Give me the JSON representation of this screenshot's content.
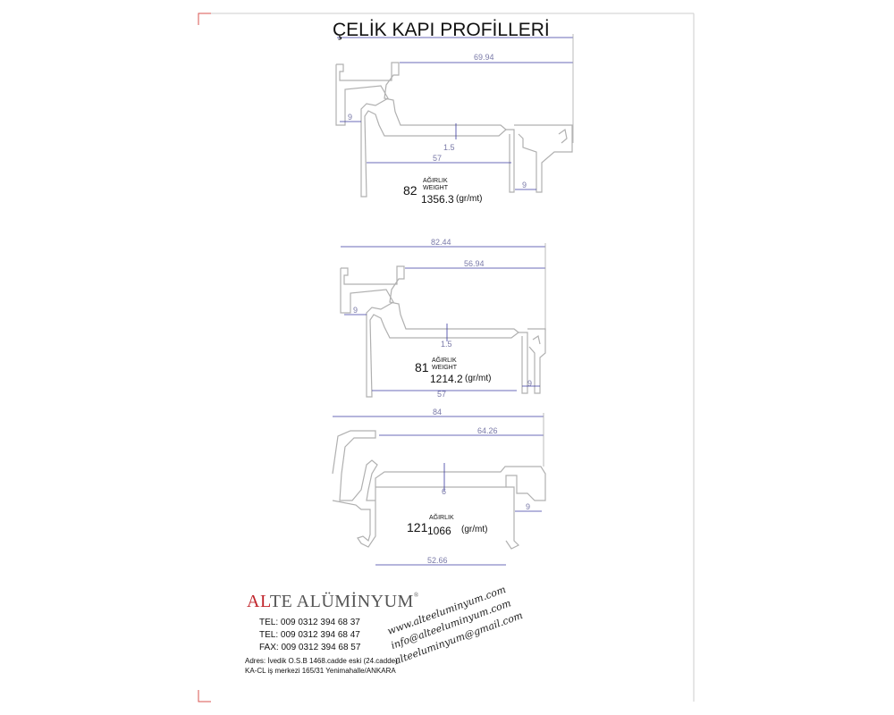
{
  "title": "ÇELİK KAPI PROFİLLERİ",
  "profiles": [
    {
      "code": "82",
      "weight_label": "AĞIRLIK",
      "weight_label_en": "WEIGHT",
      "weight": "1356.3",
      "unit": "(gr/mt)",
      "dims": {
        "inner_width": "69.94",
        "left_offset": "9",
        "wall": "1.5",
        "base": "57",
        "right_offset": "9"
      }
    },
    {
      "code": "81",
      "weight_label": "AĞIRLIK",
      "weight_label_en": "WEIGHT",
      "weight": "1214.2",
      "unit": "(gr/mt)",
      "dims": {
        "total_width": "82.44",
        "inner_width": "56.94",
        "left_offset": "9",
        "wall": "1.5",
        "base": "57",
        "right_offset": "9"
      }
    },
    {
      "code": "121",
      "weight_label": "AĞIRLIK",
      "weight": "1066",
      "unit": "(gr/mt)",
      "dims": {
        "total_width": "84",
        "inner_width": "64.26",
        "wall": "6",
        "right_offset": "9",
        "base": "52.66"
      }
    }
  ],
  "company": {
    "brand_red": "AL",
    "brand_rest": "TE ALÜMİNYUM",
    "registered": "®",
    "phones": [
      "TEL: 009 0312 394 68 37",
      "TEL: 009 0312 394 68 47",
      "FAX: 009 0312 394 68 57"
    ],
    "address_line1": "Adres: İvedik O.S.B 1468.cadde eski (24.cadde)",
    "address_line2": "KA-CL iş merkezi 165/31 Yenimahalle/ANKARA",
    "web": [
      "www.alteeluminyum.com",
      "info@alteeluminyum.com",
      "alteeluminyum@gmail.com"
    ]
  },
  "colors": {
    "profile": "#b8b8b8",
    "dimension": "#3a3aa0",
    "brand_red": "#c0262c"
  }
}
